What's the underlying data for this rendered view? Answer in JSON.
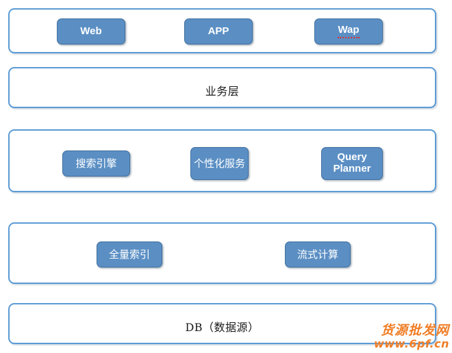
{
  "diagram": {
    "type": "layered-architecture-diagram",
    "background_color": "#ffffff",
    "layer_border_color": "#5B9BD5",
    "node_fill_color": "#5B8FC4",
    "node_border_color": "#3F6E9E",
    "node_text_color": "#ffffff",
    "layers": [
      {
        "id": "access-layer",
        "title": "",
        "nodes": [
          {
            "id": "web",
            "label": "Web",
            "script": "latin",
            "spellcheck_error": false
          },
          {
            "id": "app",
            "label": "APP",
            "script": "latin",
            "spellcheck_error": false
          },
          {
            "id": "wap",
            "label": "Wap",
            "script": "latin",
            "spellcheck_error": true
          }
        ]
      },
      {
        "id": "business-layer",
        "title": "业务层",
        "nodes": []
      },
      {
        "id": "service-layer",
        "title": "",
        "nodes": [
          {
            "id": "search-engine",
            "label": "搜索引擎",
            "script": "cjk",
            "spellcheck_error": false
          },
          {
            "id": "personalized-service",
            "label": "个性化服务",
            "script": "cjk",
            "spellcheck_error": false
          },
          {
            "id": "query-planner",
            "label": "Query Planner",
            "script": "latin",
            "spellcheck_error": false
          }
        ]
      },
      {
        "id": "compute-layer",
        "title": "",
        "nodes": [
          {
            "id": "full-index",
            "label": "全量索引",
            "script": "cjk",
            "spellcheck_error": false
          },
          {
            "id": "stream-computing",
            "label": "流式计算",
            "script": "cjk",
            "spellcheck_error": false
          }
        ]
      },
      {
        "id": "data-layer",
        "title": "DB（数据源）",
        "nodes": []
      }
    ]
  },
  "watermark": {
    "line1": "货源批发网",
    "line2": "www.6pf.cn",
    "color": "#F07E26"
  }
}
